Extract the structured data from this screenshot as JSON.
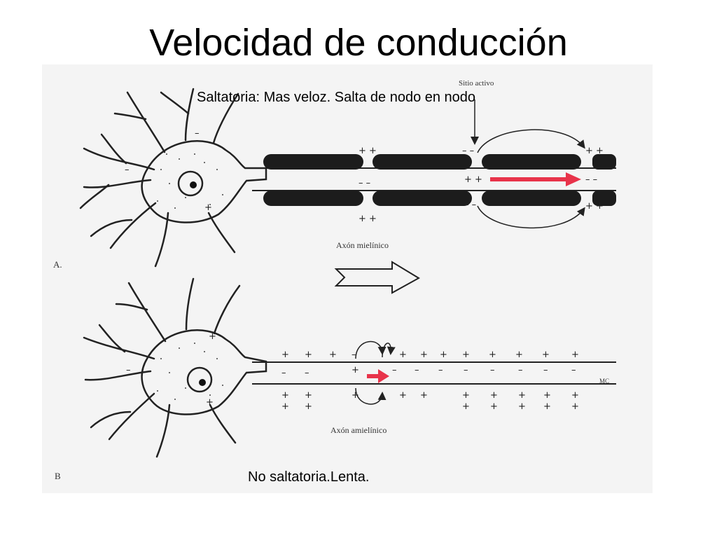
{
  "title": "Velocidad de conducción",
  "captions": {
    "saltatory": "Saltatoria: Mas veloz. Salta de nodo en nodo",
    "non_saltatory": "No saltatoria.Lenta."
  },
  "diagram": {
    "panel_a_letter": "A.",
    "panel_b_letter": "B",
    "active_site_label": "Sitio activo",
    "myelinated_axon_label": "Axón mielínico",
    "unmyelinated_axon_label": "Axón amielínico",
    "signature": "MC"
  },
  "colors": {
    "impulse_arrow": "#e8334a",
    "myelin": "#1c1c1c",
    "figure_bg": "#f4f4f4"
  }
}
